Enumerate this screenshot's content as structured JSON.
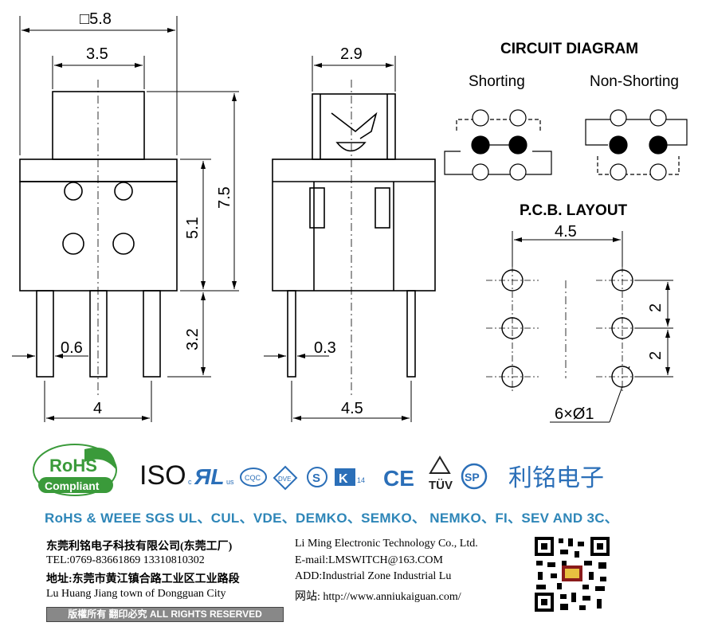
{
  "dimensions": {
    "square_58": "□5.8",
    "d_35": "3.5",
    "d_29": "2.9",
    "d_75": "7.5",
    "d_51": "5.1",
    "d_32": "3.2",
    "d_06": "0.6",
    "d_03": "0.3",
    "d_4": "4",
    "d_45_bottom": "4.5",
    "d_45_pcb": "4.5",
    "d_2_upper": "2",
    "d_2_lower": "2",
    "holes": "6×Ø1"
  },
  "circuit": {
    "title": "CIRCUIT DIAGRAM",
    "shorting": "Shorting",
    "non_shorting": "Non-Shorting"
  },
  "pcb": {
    "title": "P.C.B. LAYOUT"
  },
  "logos": {
    "rohs": "RoHS",
    "compliant": "Compliant",
    "iso": "ISO",
    "brand": "利铭电子"
  },
  "certifications": "RoHS & WEEE SGS UL、CUL、VDE、DEMKO、SEMKO、 NEMKO、FI、SEV AND 3C、",
  "company": {
    "name_cn": "东莞利铭电子科技有限公司(东莞工厂)",
    "tel": "TEL:0769-83661869    13310810302",
    "address_cn": "地址:东莞市黄江镇合路工业区工业路段",
    "address_en_1": "Lu Huang Jiang town of Dongguan City",
    "name_en": "Li Ming Electronic Technology Co., Ltd.",
    "email": "E-mail:LMSWITCH@163.COM",
    "address_en_2": "ADD:Industrial  Zone  Industrial  Lu",
    "website": "网站:  http://www.anniukaiguan.com/"
  },
  "rights": "版權所有  翻印必究    ALL RIGHTS RESERVED",
  "colors": {
    "rohs_green": "#3a9a3a",
    "cert_blue": "#2e86b8",
    "brand_blue": "#2b6fb8"
  }
}
